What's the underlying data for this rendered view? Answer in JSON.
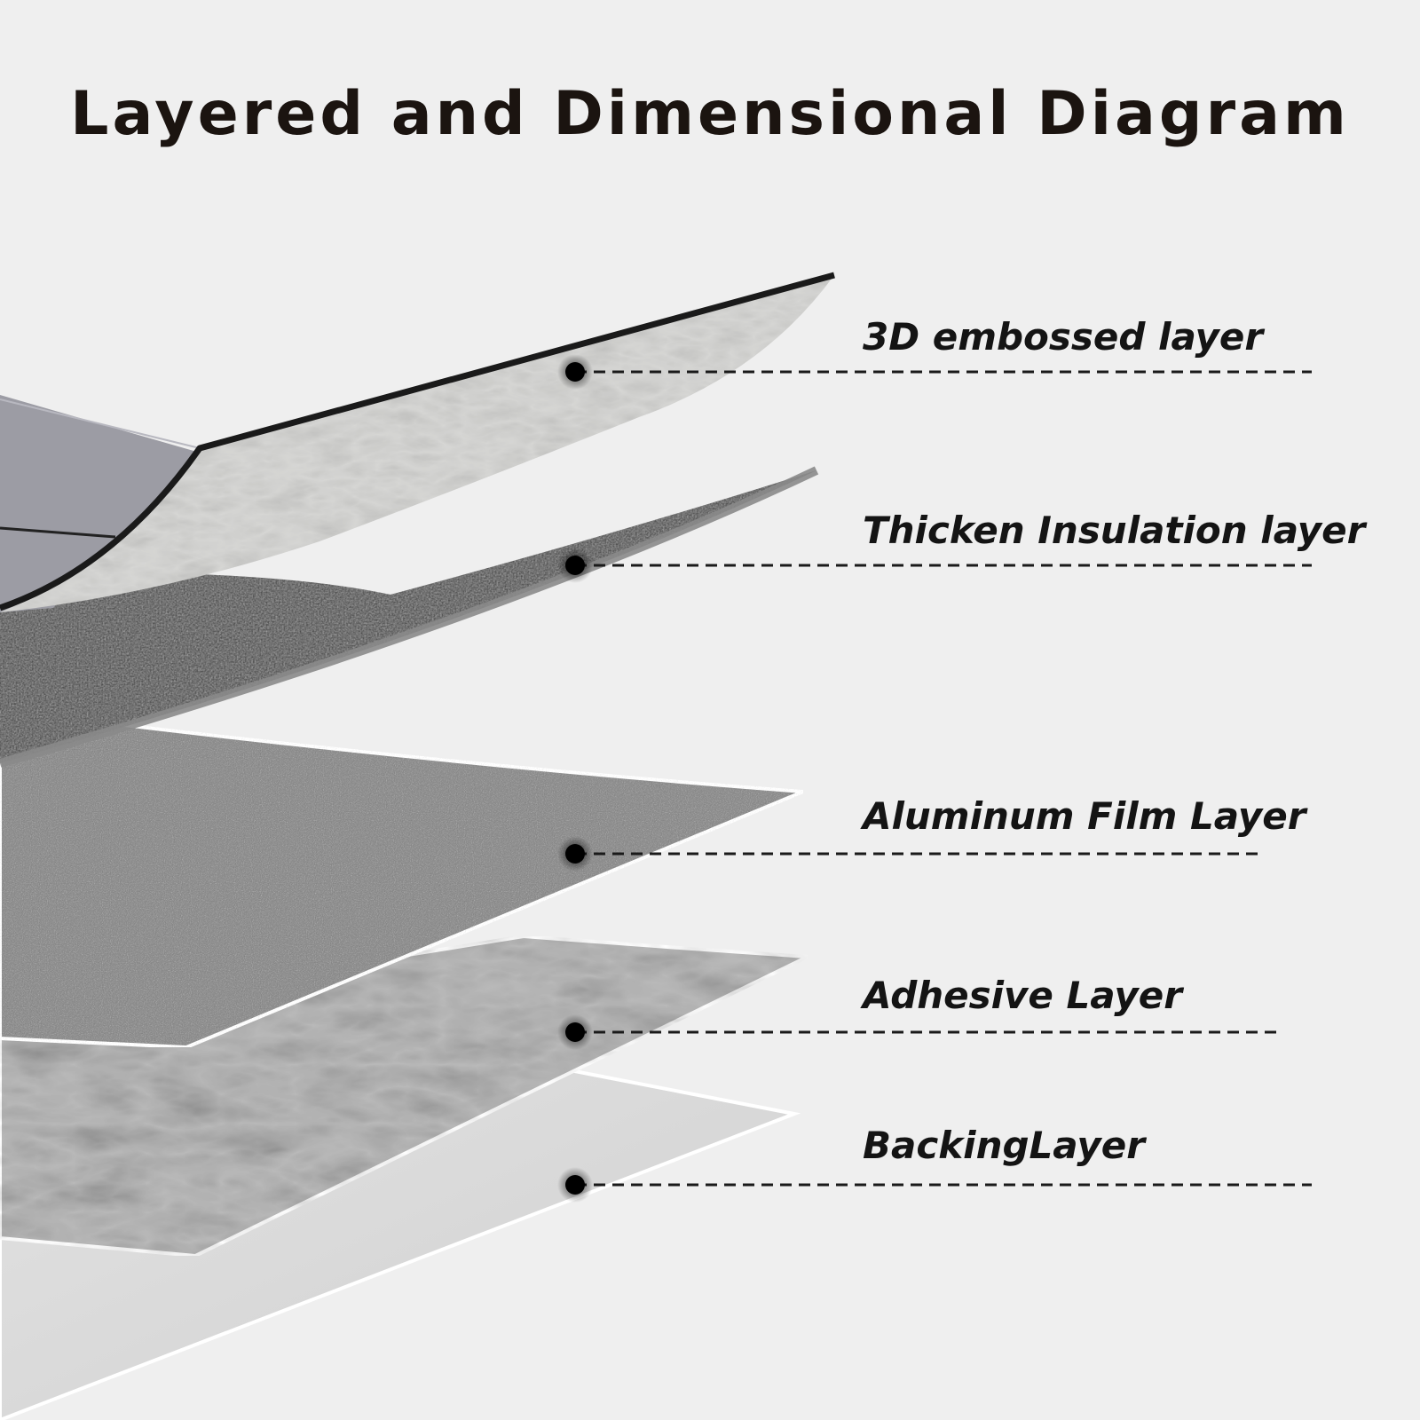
{
  "diagram": {
    "title": "Layered and Dimensional Diagram",
    "layers": [
      {
        "id": "embossed",
        "label": "3D embossed layer"
      },
      {
        "id": "insulation",
        "label": "Thicken Insulation layer"
      },
      {
        "id": "aluminum",
        "label": "Aluminum Film Layer"
      },
      {
        "id": "adhesive",
        "label": "Adhesive Layer"
      },
      {
        "id": "backing",
        "label": "BackingLayer"
      }
    ]
  },
  "colors": {
    "background": "#efefef",
    "title": "#1b1410",
    "label": "#141414",
    "leader": "#1a1a1a",
    "embossed_top": "#9c9ca4",
    "embossed_underside": "#d4d4d2",
    "embossed_edge": "#1a1a1a",
    "insulation": "#3a3a3a",
    "aluminum": "#8e8e8e",
    "adhesive": "#b9b9b9",
    "backing": "#d8d8d8"
  }
}
